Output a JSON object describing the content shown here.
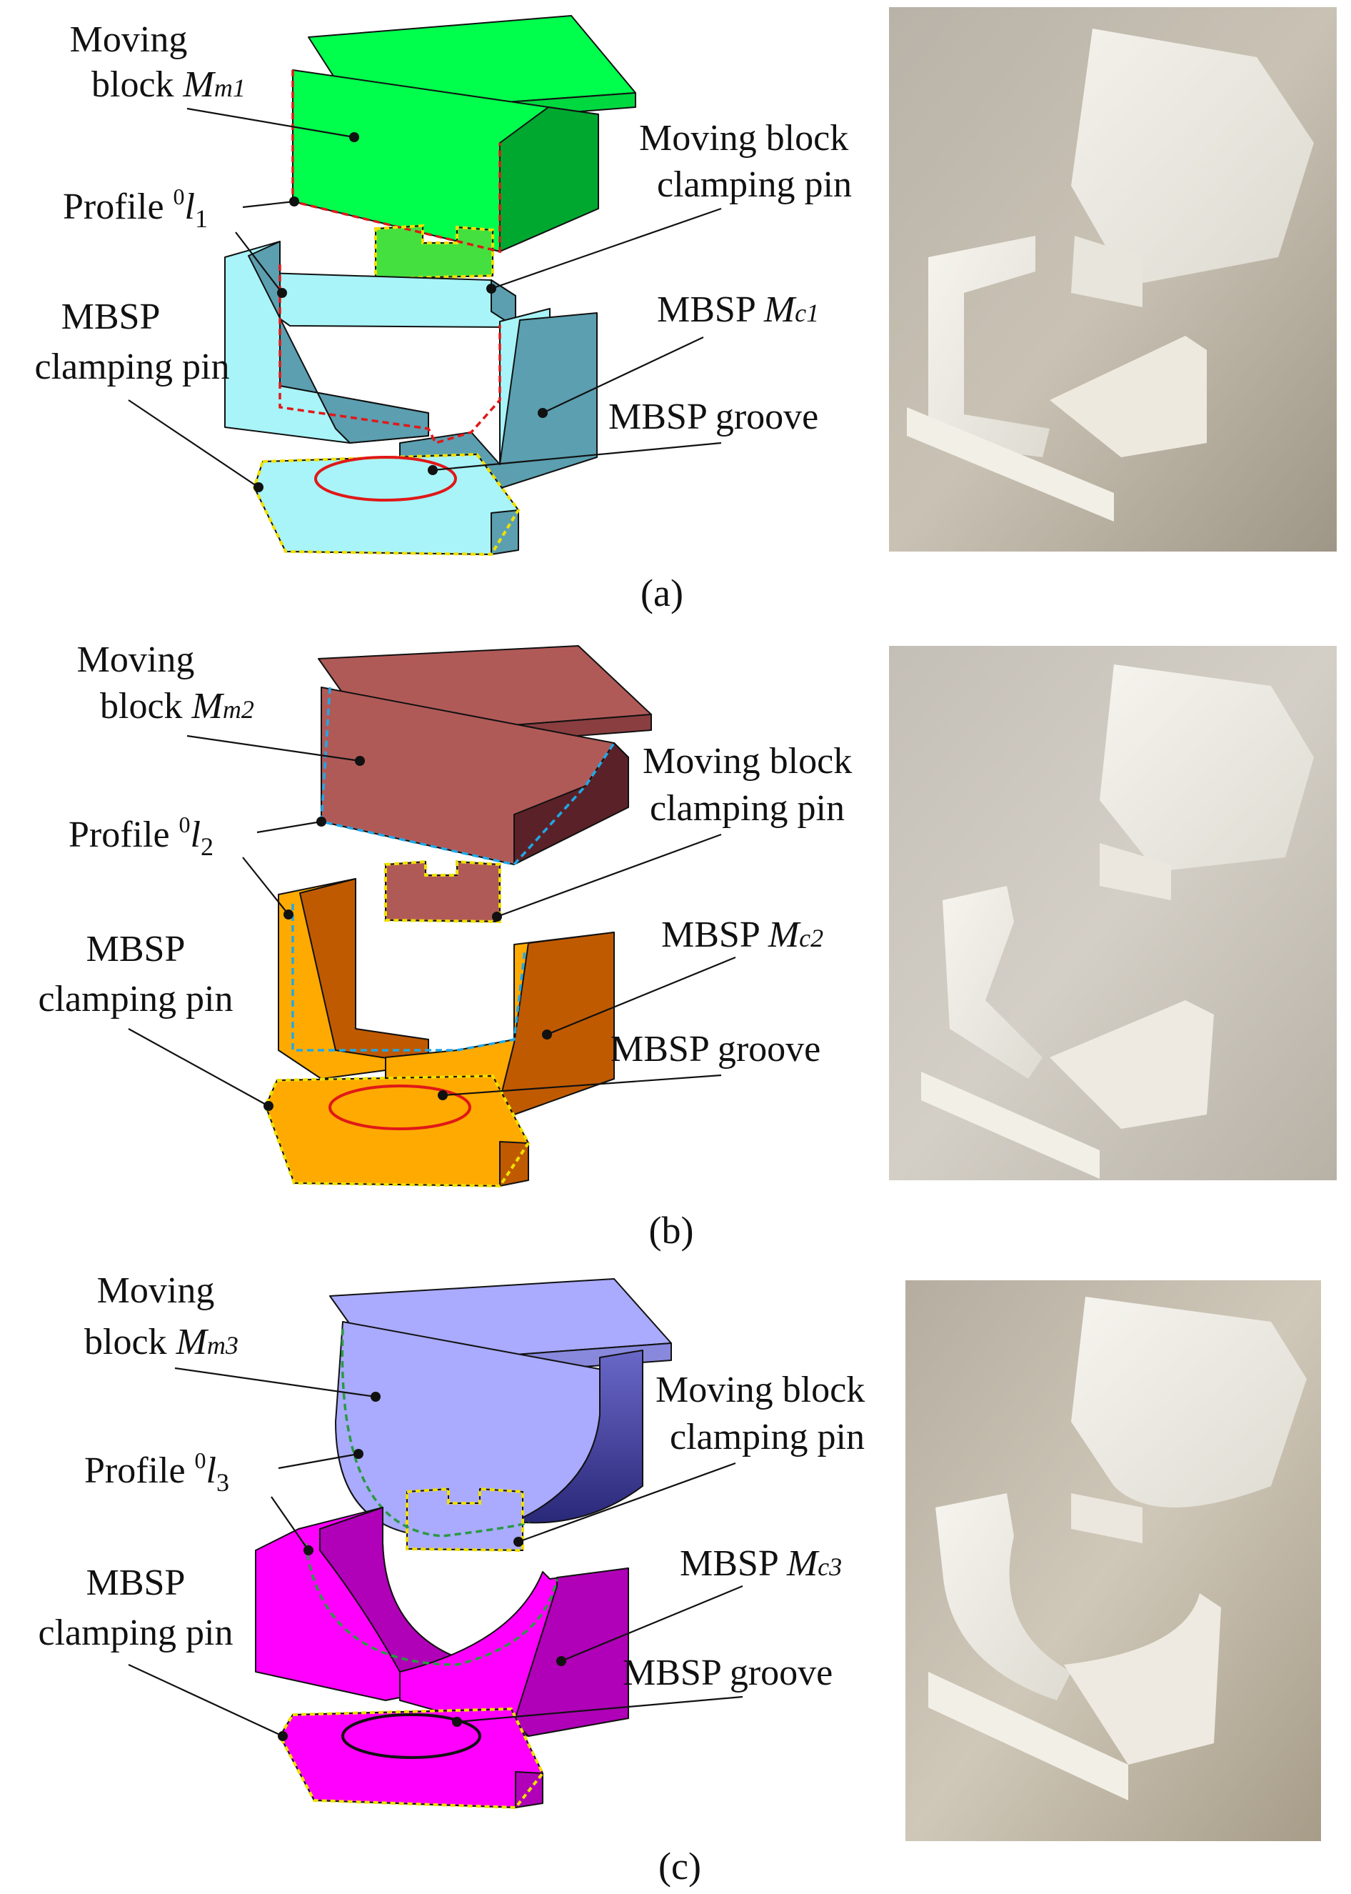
{
  "panels": [
    {
      "caption": "(a)",
      "moving_block_label_1": "Moving",
      "moving_block_label_2": "block",
      "moving_block_symbol": "M",
      "moving_block_sub": "m1",
      "profile_label": "Profile",
      "profile_sup": "0",
      "profile_symbol": "l",
      "profile_sub": "1",
      "mb_pin_label_1": "Moving block",
      "mb_pin_label_2": "clamping pin",
      "mbsp_label": "MBSP",
      "mbsp_symbol": "M",
      "mbsp_sub": "c1",
      "mbsp_pin_label_1": "MBSP",
      "mbsp_pin_label_2": "clamping pin",
      "groove_label": "MBSP groove",
      "colors": {
        "block": "#00ff4c",
        "block_dark": "#00a830",
        "base": "#a8f4f8",
        "wall": "#5b9fb0",
        "profile_line": "#e01818",
        "pin_outline": "#f0e000",
        "groove_ring": "#e01818"
      }
    },
    {
      "caption": "(b)",
      "moving_block_label_1": "Moving",
      "moving_block_label_2": "block",
      "moving_block_symbol": "M",
      "moving_block_sub": "m2",
      "profile_label": "Profile",
      "profile_sup": "0",
      "profile_symbol": "l",
      "profile_sub": "2",
      "mb_pin_label_1": "Moving block",
      "mb_pin_label_2": "clamping pin",
      "mbsp_label": "MBSP",
      "mbsp_symbol": "M",
      "mbsp_sub": "c2",
      "mbsp_pin_label_1": "MBSP",
      "mbsp_pin_label_2": "clamping pin",
      "groove_label": "MBSP groove",
      "colors": {
        "block": "#b05a58",
        "block_dark": "#5a2228",
        "base": "#ffaa00",
        "wall": "#c05a00",
        "profile_line": "#20a8e8",
        "pin_outline": "#f0e000",
        "groove_ring": "#e01818"
      }
    },
    {
      "caption": "(c)",
      "moving_block_label_1": "Moving",
      "moving_block_label_2": "block",
      "moving_block_symbol": "M",
      "moving_block_sub": "m3",
      "profile_label": "Profile",
      "profile_sup": "0",
      "profile_symbol": "l",
      "profile_sub": "3",
      "mb_pin_label_1": "Moving block",
      "mb_pin_label_2": "clamping pin",
      "mbsp_label": "MBSP",
      "mbsp_symbol": "M",
      "mbsp_sub": "c3",
      "mbsp_pin_label_1": "MBSP",
      "mbsp_pin_label_2": "clamping pin",
      "groove_label": "MBSP groove",
      "colors": {
        "block": "#aaaaff",
        "block_dark": "#4a48a8",
        "base": "#ff00ff",
        "wall": "#b000b8",
        "profile_line": "#2a9a40",
        "pin_outline": "#f0e000",
        "groove_ring": "#111111"
      }
    }
  ]
}
